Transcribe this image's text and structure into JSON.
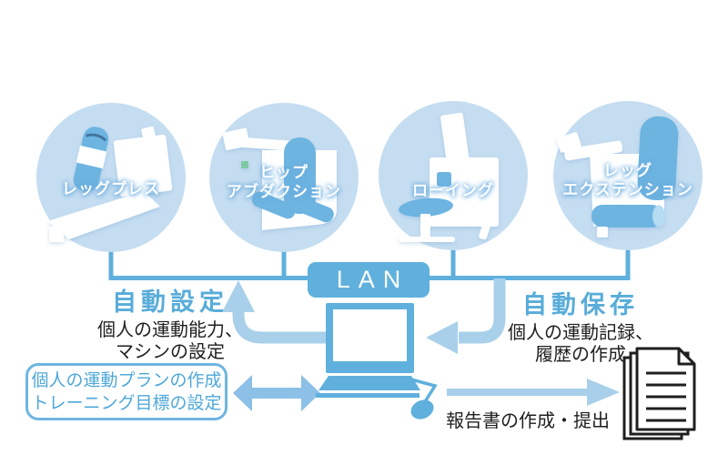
{
  "diagram": {
    "lan_label": "LAN",
    "machines": [
      {
        "icon": "leg-press-machine-icon",
        "label_line1": "レッグプレス",
        "label_line2": ""
      },
      {
        "icon": "hip-abduction-machine-icon",
        "label_line1": "ヒップ",
        "label_line2": "アブダクション"
      },
      {
        "icon": "rowing-machine-icon",
        "label_line1": "ローイング",
        "label_line2": ""
      },
      {
        "icon": "leg-extension-machine-icon",
        "label_line1": "レッグ",
        "label_line2": "エクステンション"
      }
    ],
    "auto_setting": {
      "title": "自動設定",
      "line1": "個人の運動能力、",
      "line2": "マシンの設定"
    },
    "auto_save": {
      "title": "自動保存",
      "line1": "個人の運動記録、",
      "line2": "履歴の作成"
    },
    "plan_box": {
      "line1": "個人の運動プランの作成",
      "line2": "トレーニング目標の設定"
    },
    "report_label": "報告書の作成・提出",
    "icons": {
      "computer": "laptop-computer-icon",
      "documents": "report-documents-icon"
    },
    "colors": {
      "solid_blue": "#5fb0dd",
      "light_arrow_blue": "#a9d0ea",
      "double_arrow_blue": "#8cc0e6",
      "circle_background": "#c5ddf1",
      "machine_accent_blue": "#6db4e1",
      "note_title_blue": "#58acd9",
      "plan_text_blue": "#4fa8d8",
      "text_black": "#1f1f1f"
    }
  }
}
